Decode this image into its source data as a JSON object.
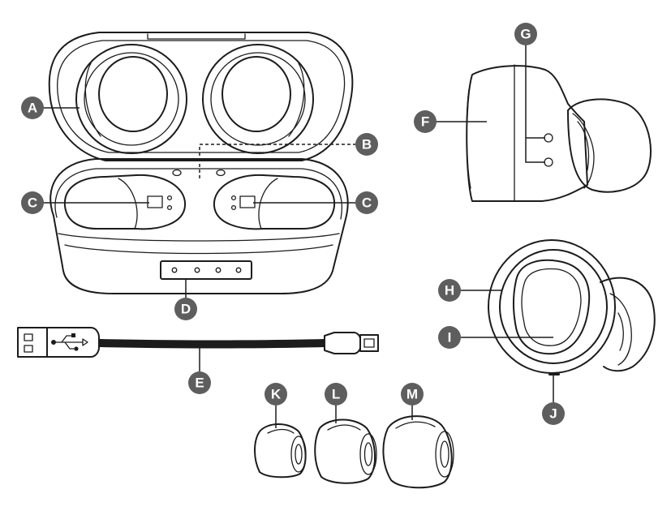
{
  "callouts": {
    "A": "A",
    "B": "B",
    "C": "C",
    "D": "D",
    "E": "E",
    "F": "F",
    "G": "G",
    "H": "H",
    "I": "I",
    "J": "J",
    "K": "K",
    "L": "L",
    "M": "M"
  },
  "colors": {
    "line": "#1c1c1c",
    "badge": "#5e5e5e",
    "background": "#ffffff"
  },
  "icons": {
    "usb": "usb-icon"
  }
}
